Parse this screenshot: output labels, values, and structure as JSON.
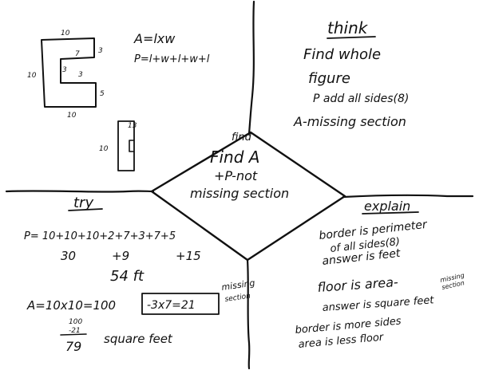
{
  "formulas": {
    "area": "A=lxw",
    "perimeter": "P=l+w+l+w+l"
  },
  "figures": {
    "outer_top": "10",
    "outer_left": "10",
    "outer_bottom": "10",
    "inner_top": "7",
    "right_top": "3",
    "inner_left": "3",
    "inner_right": "3",
    "right_bottom": "5",
    "small_top": "13",
    "small_left": "10"
  },
  "center": {
    "label": "find",
    "line1": "Find A",
    "line2": "+P-not",
    "line3": "missing section"
  },
  "think": {
    "heading": "think",
    "line1": "Find whole",
    "line2": "figure",
    "line3": "P add all sides(8)",
    "line4": "A-missing section"
  },
  "try": {
    "heading": "try",
    "perimeter_eq": "P= 10+10+10+2+7+3+7+5",
    "partials": [
      "30",
      "+9",
      "+15"
    ],
    "perimeter_total": "54 ft",
    "area_eq": "A=10x10=100",
    "missing_box": "-3x7=21",
    "missing_note_1": "missing",
    "missing_note_2": "section",
    "sub_top": "100",
    "sub_bottom": "-21",
    "result": "79",
    "result_unit": "square feet"
  },
  "explain": {
    "heading": "explain",
    "line1": "border is perimeter",
    "line2": "of all sides(8)",
    "line3": "answer is feet",
    "line4": "floor is area-",
    "line4_note_1": "missing",
    "line4_note_2": "section",
    "line5": "answer is square feet",
    "line6": "border is more sides",
    "line7": "area is less floor"
  }
}
